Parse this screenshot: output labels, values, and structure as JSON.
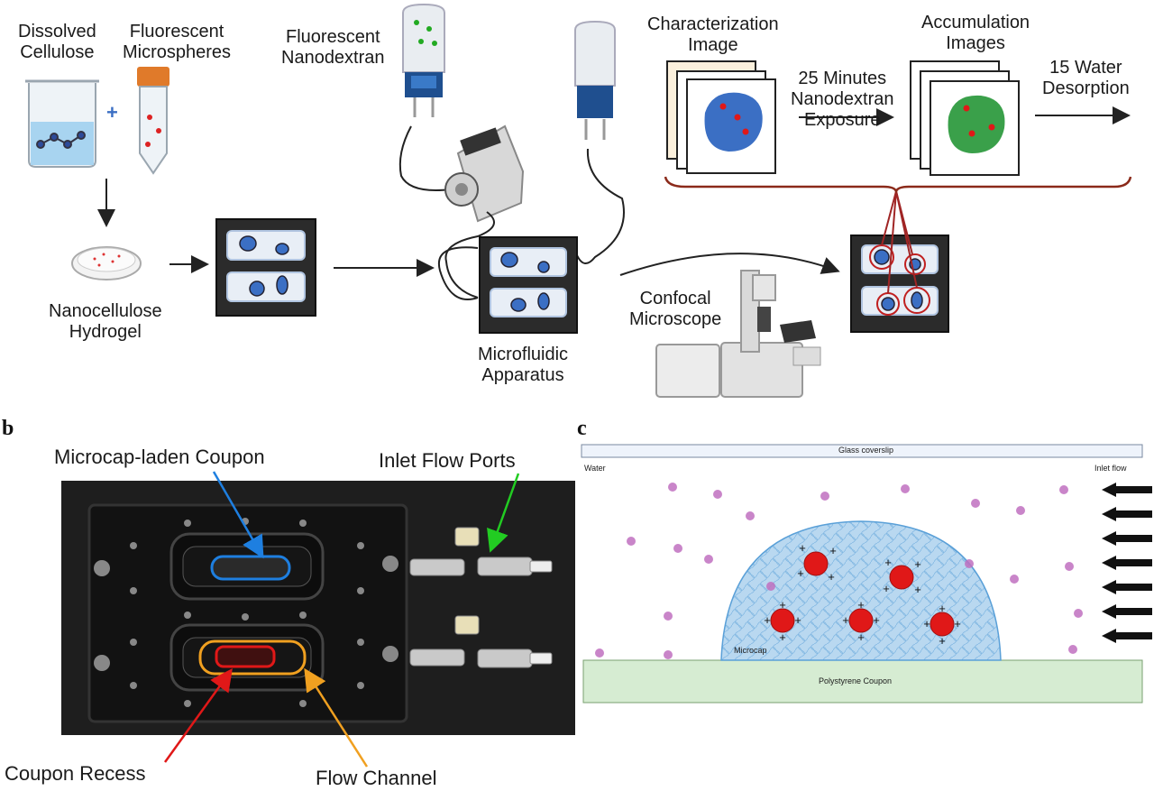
{
  "panel_a": {
    "dissolved_cellulose": "Dissolved\nCellulose",
    "fluorescent_microspheres": "Fluorescent\nMicrospheres",
    "fluorescent_nanodextran": "Fluorescent\nNanodextran",
    "characterization_image": "Characterization\nImage",
    "exposure": "25 Minutes\nNanodextran\nExposure",
    "accumulation_images": "Accumulation\nImages",
    "water_desorption": "15 Water\nDesorption",
    "nanocellulose_hydrogel": "Nanocellulose\nHydrogel",
    "confocal_microscope": "Confocal\nMicroscope",
    "microfluidic_apparatus": "Microfluidic\nApparatus",
    "plus_sign": "+"
  },
  "panel_b": {
    "letter": "b",
    "microcap_coupon": "Microcap-laden Coupon",
    "inlet_flow_ports": "Inlet Flow Ports",
    "coupon_recess": "Coupon Recess",
    "flow_channel": "Flow Channel"
  },
  "panel_c": {
    "letter": "c",
    "glass_coverslip": "Glass coverslip",
    "water": "Water",
    "inlet_flow": "Inlet flow",
    "microcap": "Microcap",
    "polystyrene_coupon": "Polystyrene Coupon"
  },
  "colors": {
    "blue_hydrogel": "#3b6fc4",
    "green_hydrogel": "#3aa04a",
    "red_particle": "#e01818",
    "brown_brace": "#8b2a1a",
    "arrow_blue": "#1e7fe0",
    "arrow_green": "#22cc22",
    "arrow_red": "#e01818",
    "arrow_orange": "#f0a020",
    "dome_blue": "#b9d8f0",
    "coupon_green": "#d6ecd2"
  }
}
